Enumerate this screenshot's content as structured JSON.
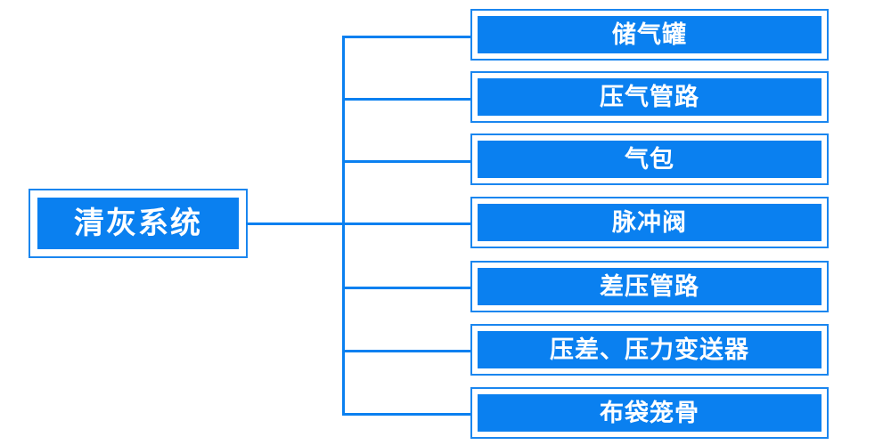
{
  "diagram": {
    "title": "清灰系统",
    "type": "tree",
    "orientation": "left-to-right",
    "colors": {
      "node_fill": "#0a80f0",
      "node_border": "#1a86ef",
      "connector": "#0a80f0",
      "node_text": "#ffffff",
      "background": "#ffffff"
    },
    "root": {
      "label": "清灰系统"
    },
    "children": [
      {
        "label": "储气罐"
      },
      {
        "label": "压气管路"
      },
      {
        "label": "气包"
      },
      {
        "label": "脉冲阀"
      },
      {
        "label": "差压管路"
      },
      {
        "label": "压差、压力变送器"
      },
      {
        "label": "布袋笼骨"
      }
    ]
  }
}
